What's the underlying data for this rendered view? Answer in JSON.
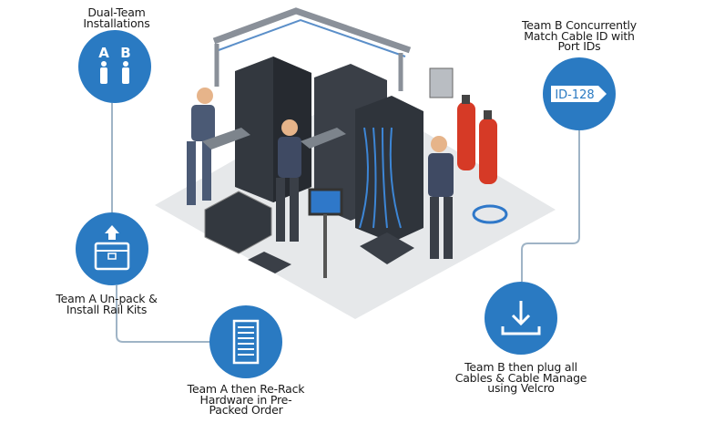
{
  "colors": {
    "accent": "#2a7ac2",
    "connector": "#9fb4c6",
    "text": "#1a1a1a"
  },
  "steps": [
    {
      "label": "Dual-Team\nInstallations",
      "icon": "two-people-icon",
      "icon_text_a": "A",
      "icon_text_b": "B"
    },
    {
      "label": "Team A Un-pack &\nInstall Rail Kits",
      "icon": "unpack-case-icon"
    },
    {
      "label": "Team A then Re-Rack\nHardware in Pre-\nPacked Order",
      "icon": "server-rack-icon"
    },
    {
      "label": "Team B Concurrently\nMatch Cable ID with\nPort IDs",
      "icon": "cable-tag-icon",
      "icon_text": "ID-128"
    },
    {
      "label": "Team B then plug all\nCables & Cable Manage\nusing Velcro",
      "icon": "download-icon"
    }
  ]
}
